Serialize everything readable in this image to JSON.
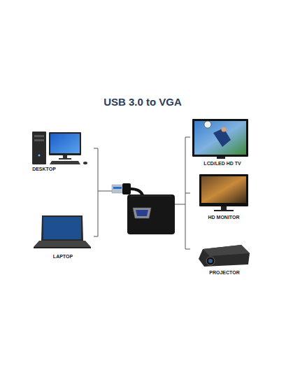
{
  "diagram": {
    "title": "USB 3.0 to VGA",
    "labels": [
      "DESKTOP",
      "LAPTOP",
      "LCD/LED HD TV",
      "HD MONITOR",
      "PROJECTOR"
    ]
  }
}
